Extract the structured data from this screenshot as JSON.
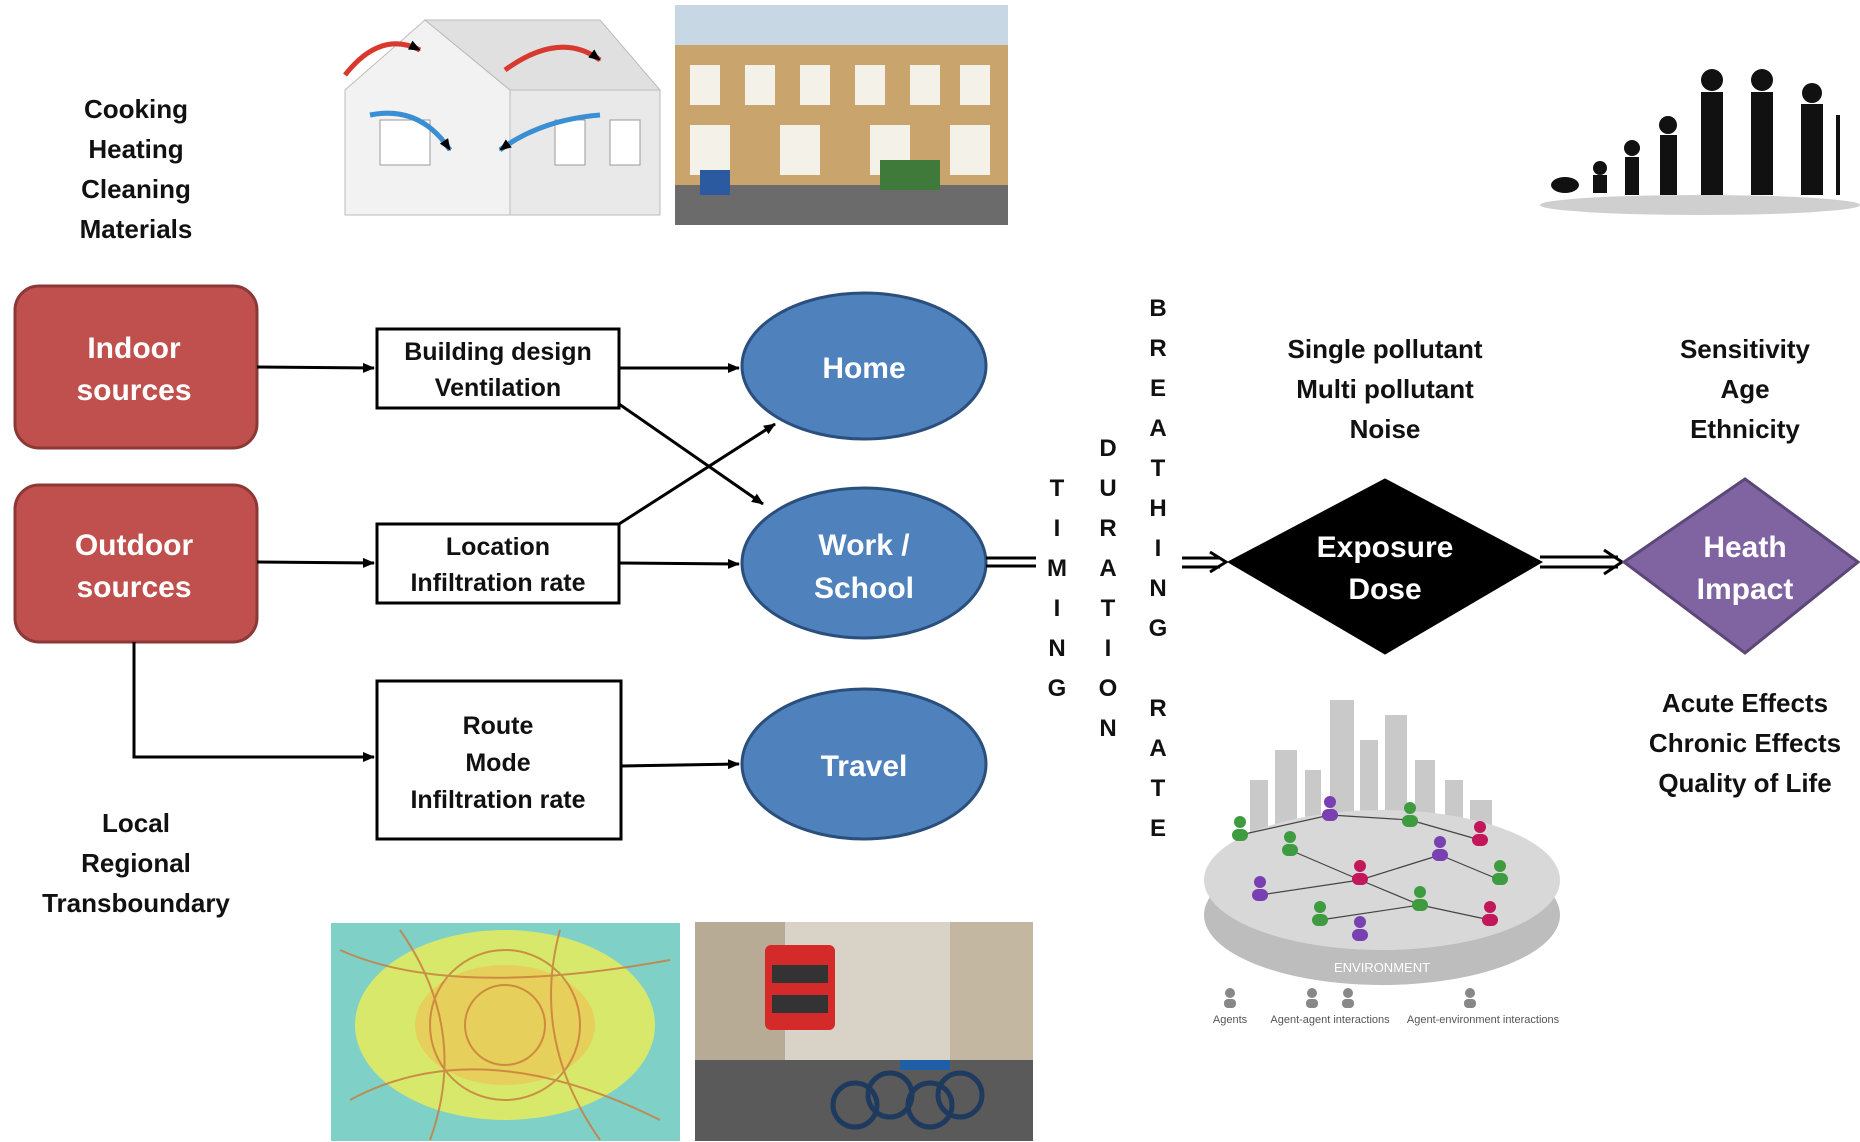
{
  "indoor_factors": [
    "Cooking",
    "Heating",
    "Cleaning",
    "Materials"
  ],
  "outdoor_factors": [
    "Local",
    "Regional",
    "Transboundary"
  ],
  "sources": {
    "indoor": [
      "Indoor",
      "sources"
    ],
    "outdoor": [
      "Outdoor",
      "sources"
    ]
  },
  "modifiers": {
    "building": [
      "Building design",
      "Ventilation"
    ],
    "location": [
      "Location",
      "Infiltration rate"
    ],
    "route": [
      "Route",
      "Mode",
      "Infiltration rate"
    ]
  },
  "microenvironments": {
    "home": "Home",
    "work": [
      "Work /",
      "School"
    ],
    "travel": "Travel"
  },
  "vertical_labels": {
    "timing": "TIMING",
    "duration": "DURATION",
    "breathing_rate": "BREATHING RATE"
  },
  "exposure": {
    "label": [
      "Exposure",
      "Dose"
    ],
    "factors": [
      "Single pollutant",
      "Multi pollutant",
      "Noise"
    ]
  },
  "health": {
    "label": [
      "Heath",
      "Impact"
    ],
    "susceptibility": [
      "Sensitivity",
      "Age",
      "Ethnicity"
    ],
    "outcomes": [
      "Acute Effects",
      "Chronic Effects",
      "Quality of Life"
    ]
  },
  "abm_figure": {
    "platform_label": "ENVIRONMENT",
    "legend": [
      "Agents",
      "Agent-agent interactions",
      "Agent-environment interactions"
    ]
  },
  "colors": {
    "source_box": "#c0504d",
    "source_border": "#8c3836",
    "ellipse": "#4f81bd",
    "ellipse_border": "#2a4f7c",
    "exposure_diamond": "#000000",
    "health_diamond": "#8064a2"
  }
}
